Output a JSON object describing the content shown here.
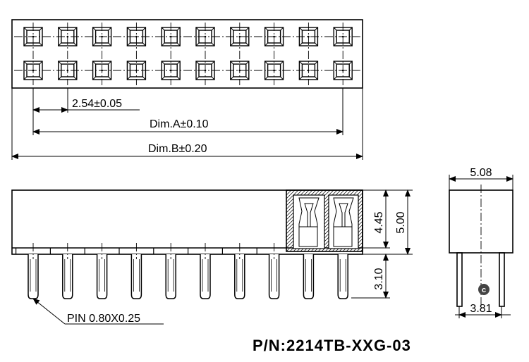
{
  "dimensions": {
    "pitch": "2.54±0.05",
    "dim_a": "Dim.A±0.10",
    "dim_b": "Dim.B±0.20",
    "body_height": "4.45",
    "total_height": "5.00",
    "pin_length": "3.10",
    "body_width": "5.08",
    "row_spacing": "3.81"
  },
  "pin_note": "PIN 0.80X0.25",
  "part_number": "P/N:2214TB-XXG-03",
  "mark": "c",
  "layout_counts": {
    "columns": 10,
    "rows": 2
  },
  "colors": {
    "line": "#000000",
    "background": "#ffffff"
  }
}
